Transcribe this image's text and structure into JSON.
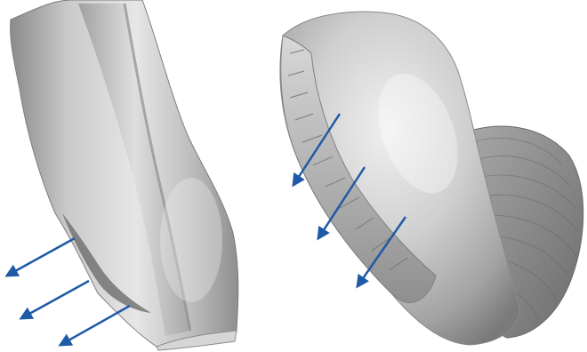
{
  "scene": {
    "background_color": "#ffffff",
    "surface_colors": {
      "light": "#e3e3e3",
      "mid": "#b9b9b9",
      "dark": "#7f7f7f",
      "shadow": "#5d5d5d"
    },
    "arrow_color": "#1f5aa6",
    "views": [
      {
        "name": "left-view",
        "arrow_count": 3,
        "description_name": "3d-scan-surface"
      },
      {
        "name": "right-view",
        "arrow_count": 3,
        "description_name": "3d-scan-surface"
      }
    ]
  }
}
